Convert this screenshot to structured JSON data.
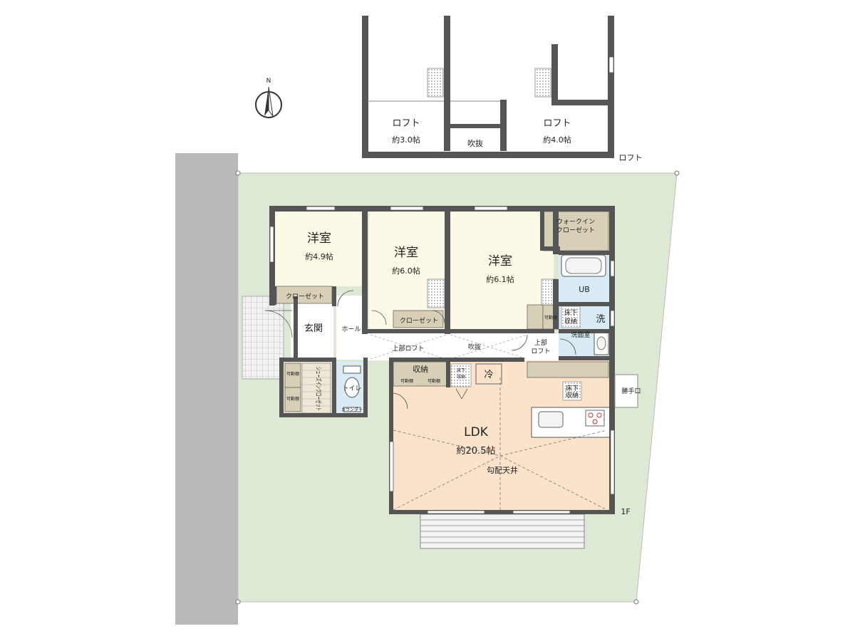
{
  "north": "N",
  "labels": {
    "loft_floor": "ロフト",
    "first_floor": "1F"
  },
  "loft": {
    "room_left": {
      "name": "ロフト",
      "area": "約3.0帖"
    },
    "void": "吹抜",
    "room_right": {
      "name": "ロフト",
      "area": "約4.0帖"
    }
  },
  "rooms": {
    "western1": {
      "name": "洋室",
      "area": "約4.9帖"
    },
    "western2": {
      "name": "洋室",
      "area": "約6.0帖"
    },
    "western3": {
      "name": "洋室",
      "area": "約6.1帖"
    },
    "closet": "クローゼット",
    "walkin_closet_line1": "ウォークイン",
    "walkin_closet_line2": "クローゼット",
    "ub": "UB",
    "wash": "洗",
    "washroom": "洗面室",
    "underfloor_line1": "床下",
    "underfloor_line2": "収納",
    "movable_shelf": "可動棚",
    "closet_small": "クローゼット",
    "entrance": "玄関",
    "hall": "ホール",
    "upper_loft": "上部ロフト",
    "upper_loft_line1": "上部",
    "upper_loft_line2": "ロフト",
    "void": "吹抜",
    "storage": "収納",
    "fridge": "冷",
    "shoe_closet": "シューズインクローゼット",
    "toilet": "トイレ",
    "counter": "カウンター",
    "back_door": "勝手口",
    "ldk": {
      "name": "LDK",
      "area": "約20.5帖",
      "note": "勾配天井"
    }
  }
}
